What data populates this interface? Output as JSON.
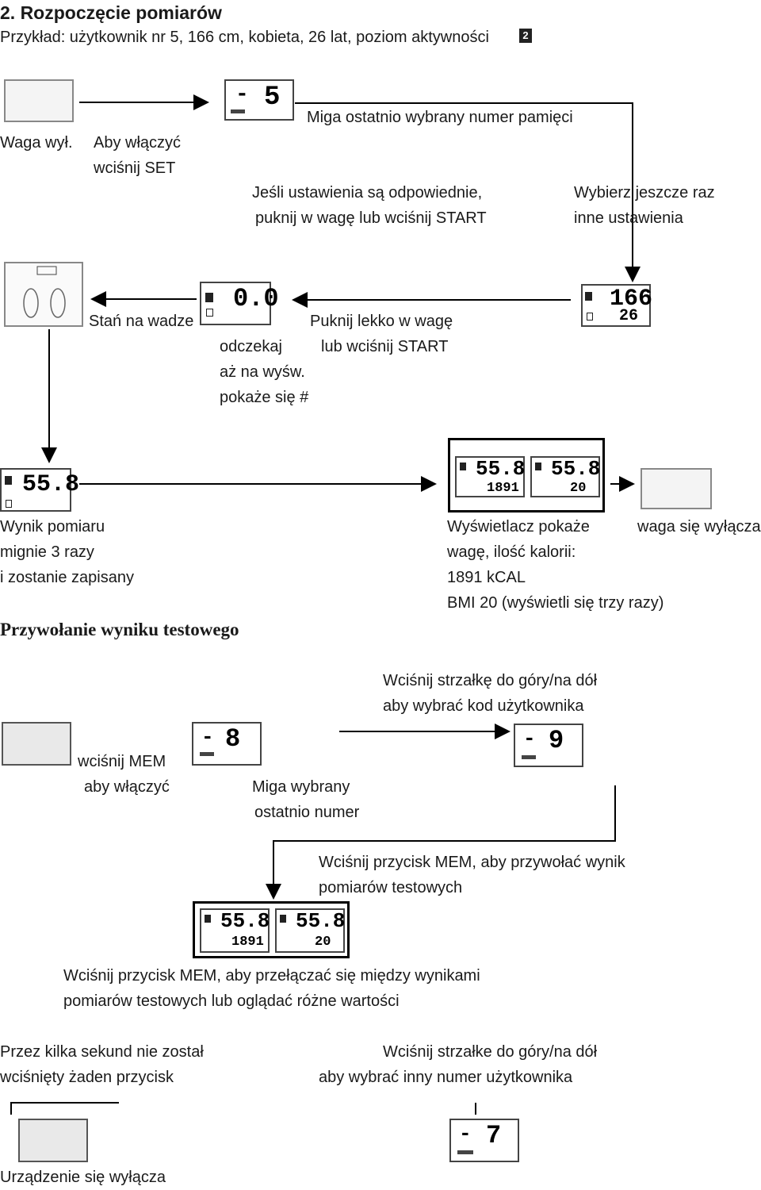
{
  "header": {
    "title": "2. Rozpoczęcie pomiarów",
    "example": "Przykład: użytkownik nr 5, 166 cm, kobieta, 26 lat, poziom aktywności",
    "activity_icon": "2"
  },
  "step1": {
    "scale_off": "Waga wył.",
    "press_set_1": "Aby włączyć",
    "press_set_2": "wciśnij SET",
    "memory_blink": "Miga ostatnio wybrany numer pamięci",
    "if_ok_1": "Jeśli ustawienia są odpowiednie,",
    "if_ok_2": "puknij w wagę lub wciśnij START",
    "choose_again_1": "Wybierz jeszcze raz",
    "choose_again_2": "inne ustawienia"
  },
  "step2": {
    "stand": "Stań na wadze",
    "wait_1": "odczekaj",
    "wait_2": "aż na wyśw.",
    "wait_3": "pokaże się #",
    "tap_1": "Puknij lekko w wagę",
    "tap_2": "lub wciśnij START"
  },
  "step3": {
    "result_1": "Wynik pomiaru",
    "result_2": "mignie 3 razy",
    "result_3": "i zostanie zapisany",
    "display_1": "Wyświetlacz pokaże",
    "display_2": "wagę, ilość kalorii:",
    "display_3": "1891 kCAL",
    "display_4": "BMI 20 (wyświetli się trzy razy)",
    "off": "waga się wyłącza"
  },
  "recall": {
    "heading": "Przywołanie wyniku testowego",
    "arrow_1": "Wciśnij strzałkę do góry/na dół",
    "arrow_2": "aby wybrać kod użytkownika",
    "mem_1": "wciśnij MEM",
    "mem_2": "aby włączyć",
    "blink_1": "Miga wybrany",
    "blink_2": "ostatnio numer",
    "mem_recall_1": "Wciśnij przycisk MEM, aby przywołać wynik",
    "mem_recall_2": "pomiarów testowych",
    "mem_switch_1": "Wciśnij przycisk MEM, aby przełączać się między wynikami",
    "mem_switch_2": "pomiarów testowych lub oglądać różne wartości",
    "no_press_1": "Przez kilka sekund nie został",
    "no_press_2": "wciśnięty żaden przycisk",
    "other_user_1": "Wciśnij strzałke do góry/na dół",
    "other_user_2": "aby wybrać inny numer użytkownika",
    "device_off": "Urządzenie się wyłącza"
  },
  "displays": {
    "mem_5": "5",
    "weight_zero": "0.0",
    "height": "166",
    "age": "26",
    "weight": "55.8",
    "kcal": "1891",
    "bmi": "20",
    "mem_8": "8",
    "mem_9": "9",
    "mem_7": "7",
    "dash": "-"
  }
}
